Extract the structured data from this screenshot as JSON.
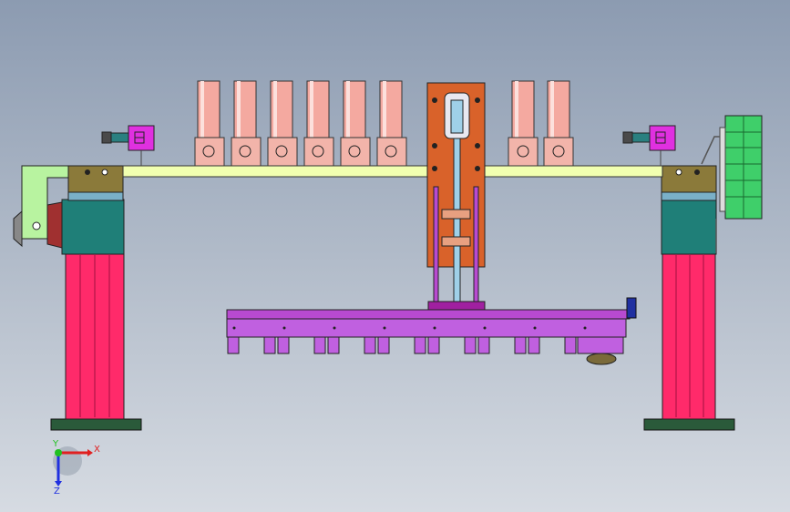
{
  "viewport": {
    "background_top": "#8c9bb1",
    "background_bottom": "#d6dbe2"
  },
  "colors": {
    "rail": "#f1ffb0",
    "column_pink": "#ff2a6a",
    "column_teal": "#1f7f78",
    "column_base": "#2a5a3a",
    "cap_olive": "#8b7a3a",
    "cap_blue": "#7ab0c8",
    "cylinder": "#f4a9a0",
    "cylinder_block": "#f2b4aa",
    "carriage": "#d9622a",
    "tray": "#c060e0",
    "tray_bar": "#b84ad0",
    "valve_magenta": "#e030e0",
    "fan_green": "#3fcf6a",
    "bracket_green": "#b8f3a0"
  },
  "icons": {
    "valve_left": "solenoid-valve-icon",
    "valve_right": "solenoid-valve-icon",
    "triad": "coordinate-triad-icon"
  },
  "triad": {
    "x_label": "X",
    "y_label": "Y",
    "z_label": "Z",
    "x_color": "#e02020",
    "y_color": "#20c020",
    "z_color": "#2030e0"
  }
}
